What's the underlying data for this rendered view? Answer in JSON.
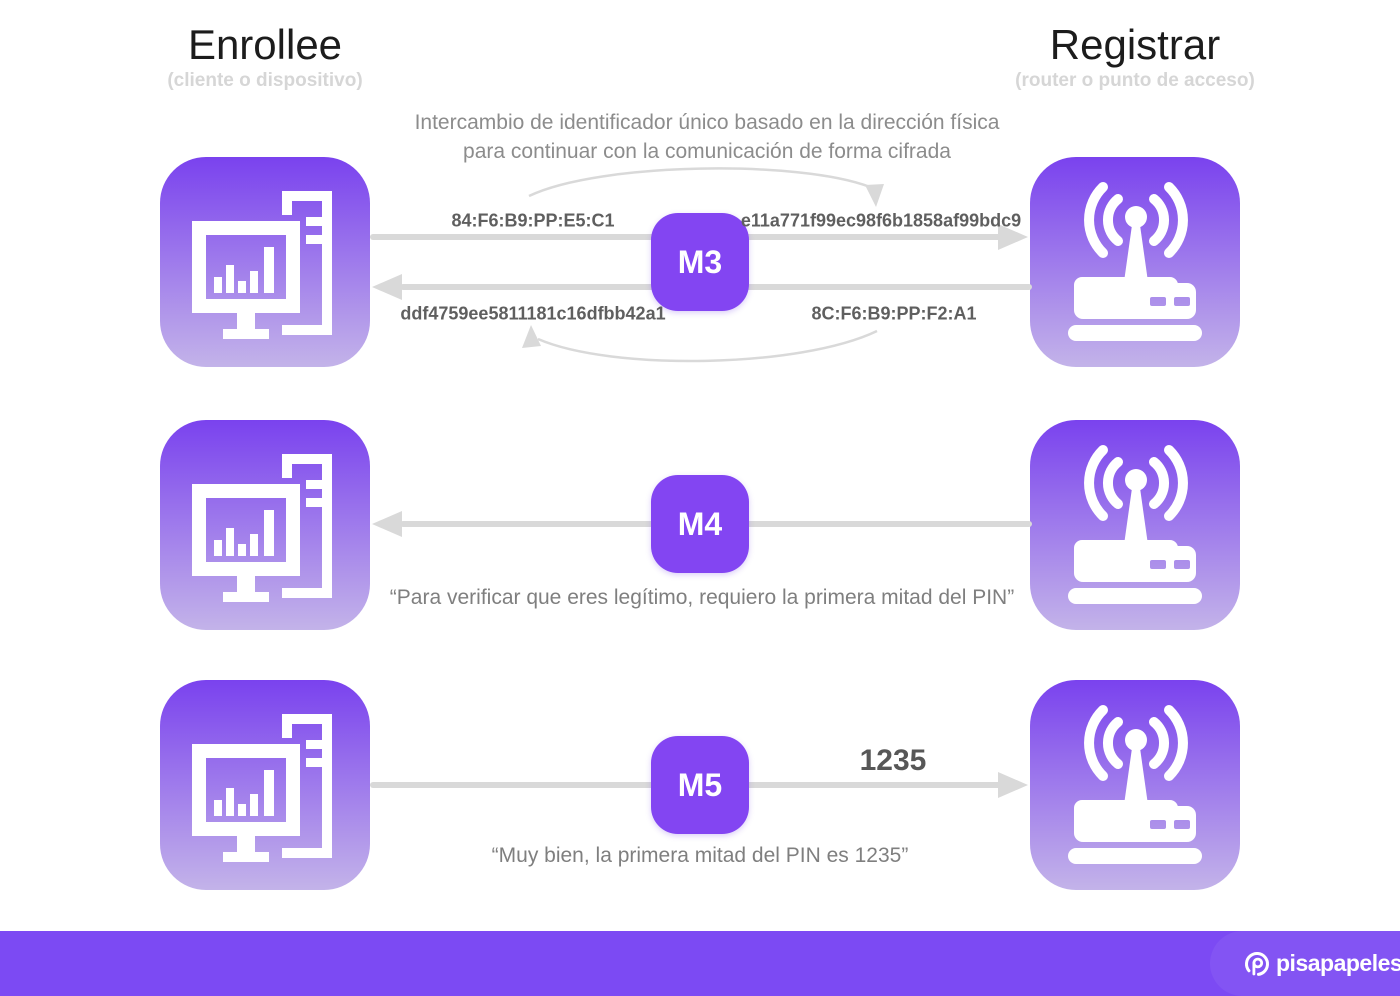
{
  "header": {
    "enrollee": {
      "title": "Enrollee",
      "subtitle": "(cliente o dispositivo)"
    },
    "registrar": {
      "title": "Registrar",
      "subtitle": "(router o punto de acceso)"
    }
  },
  "intro": {
    "line1": "Intercambio de identificador único basado en la dirección física",
    "line2": "para continuar con la comunicación de forma cifrada"
  },
  "messages": {
    "m3": {
      "label": "M3",
      "enrollee_mac": "84:F6:B9:PP:E5:C1",
      "hash_to_registrar": "e11a771f99ec98f6b1858af99bdc9",
      "hash_to_enrollee": "ddf4759ee5811181c16dfbb42a1",
      "registrar_mac": "8C:F6:B9:PP:F2:A1"
    },
    "m4": {
      "label": "M4",
      "quote": "“Para verificar que eres legítimo, requiero la primera mitad del PIN”"
    },
    "m5": {
      "label": "M5",
      "pin": "1235",
      "quote": "“Muy bien, la primera mitad del PIN es 1235”"
    }
  },
  "footer": {
    "brand": "pisapapeles"
  },
  "icons": {
    "enrollee": "computer-icon",
    "registrar": "router-icon",
    "footer": "pisapapeles-logo-icon"
  },
  "colors": {
    "message_box": "#8345f2",
    "tile_gradient_top": "#7a42ee",
    "tile_gradient_bottom": "#c3b3e9",
    "footer_bar": "#7c4af3",
    "arrow": "#d9d9d9",
    "label_text": "#5f5f5f",
    "muted_text": "#8c8c8c"
  }
}
